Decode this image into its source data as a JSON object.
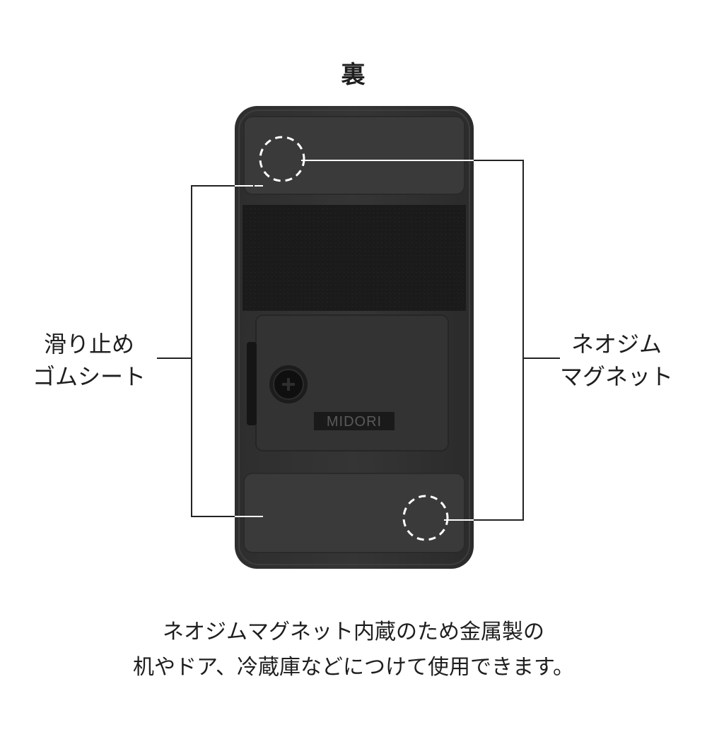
{
  "title": "裏",
  "callouts": {
    "left": {
      "line1": "滑り止め",
      "line2": "ゴムシート"
    },
    "right": {
      "line1": "ネオジム",
      "line2": "マグネット"
    }
  },
  "device": {
    "logo_text": "MIDORI"
  },
  "caption": {
    "line1": "ネオジムマグネット内蔵のため金属製の",
    "line2": "机やドア、冷蔵庫などにつけて使用できます。"
  }
}
